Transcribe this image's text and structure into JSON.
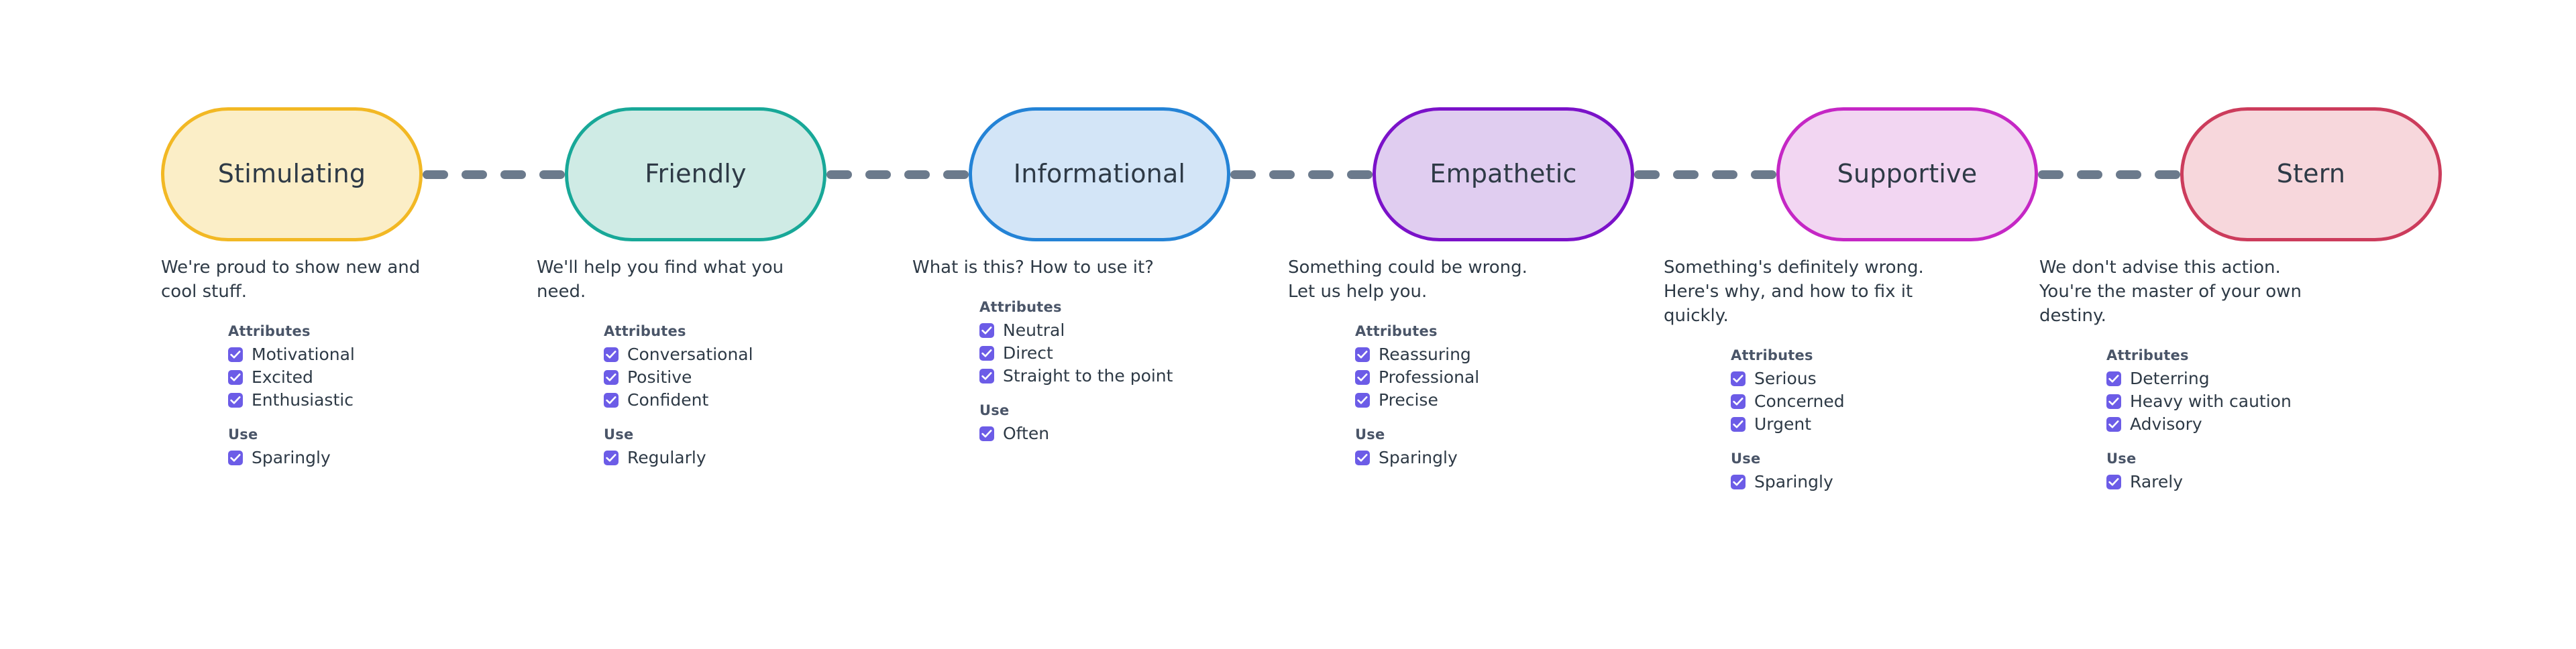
{
  "theme": {
    "background": "#ffffff",
    "text_color": "#2e3a46",
    "label_color": "#4a5568",
    "checkbox_color": "#6c5ce7",
    "connector_color": "#6b7a8c"
  },
  "connector": {
    "dash_count": 4,
    "style": "dashed"
  },
  "groups": {
    "attributes_label": "Attributes",
    "use_label": "Use"
  },
  "tones": [
    {
      "name": "Stimulating",
      "border_color": "#f2b824",
      "fill_color": "#fbeec7",
      "description": "We're proud to show new and cool stuff.",
      "attributes": [
        "Motivational",
        "Excited",
        "Enthusiastic"
      ],
      "use": [
        "Sparingly"
      ]
    },
    {
      "name": "Friendly",
      "border_color": "#18a898",
      "fill_color": "#cfebe5",
      "description": "We'll help you find what you need.",
      "attributes": [
        "Conversational",
        "Positive",
        "Confident"
      ],
      "use": [
        "Regularly"
      ]
    },
    {
      "name": "Informational",
      "border_color": "#2483d6",
      "fill_color": "#d3e5f7",
      "description": "What is this? How to use it?",
      "attributes": [
        "Neutral",
        "Direct",
        "Straight to the point"
      ],
      "use": [
        "Often"
      ]
    },
    {
      "name": "Empathetic",
      "border_color": "#7b12c9",
      "fill_color": "#e0cdf0",
      "description": "Something could be wrong. Let us help you.",
      "attributes": [
        "Reassuring",
        "Professional",
        "Precise"
      ],
      "use": [
        "Sparingly"
      ]
    },
    {
      "name": "Supportive",
      "border_color": "#c527c5",
      "fill_color": "#f2d6f2",
      "description": "Something's definitely wrong. Here's why, and how to fix it quickly.",
      "attributes": [
        "Serious",
        "Concerned",
        "Urgent"
      ],
      "use": [
        "Sparingly"
      ]
    },
    {
      "name": "Stern",
      "border_color": "#cc3c5c",
      "fill_color": "#f7d7dc",
      "description": "We don't advise this action. You're the master of your own destiny.",
      "attributes": [
        "Deterring",
        "Heavy with caution",
        "Advisory"
      ],
      "use": [
        "Rarely"
      ]
    }
  ]
}
